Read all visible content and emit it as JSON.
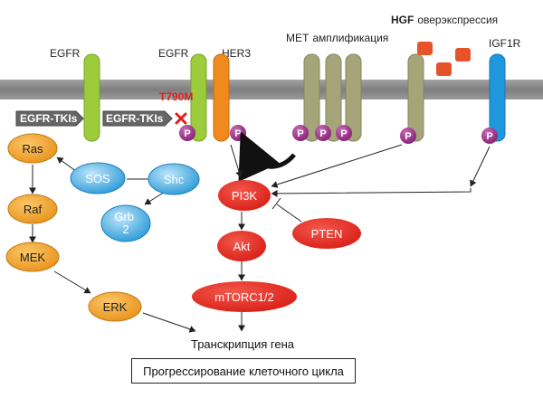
{
  "receptors": {
    "egfr_left": "EGFR",
    "egfr_mid": "EGFR",
    "her3": "HER3",
    "met": "MET",
    "met_suffix": "амплификация",
    "hgf": "HGF",
    "hgf_suffix": "оверэкспрессия",
    "igf1r": "IGF1R"
  },
  "mutation": {
    "label": "T790M",
    "color": "#e0201c"
  },
  "inhibitors": {
    "tki_left": "EGFR-TKIs",
    "tki_mid": "EGFR-TKIs"
  },
  "phospho_label": "P",
  "mapk_pathway": {
    "ras": "Ras",
    "raf": "Raf",
    "mek": "MEK",
    "erk": "ERK"
  },
  "adaptors": {
    "sos": "SOS",
    "shc": "Shc",
    "grb2": "Grb\n2"
  },
  "pi3k_pathway": {
    "pi3k": "PI3K",
    "akt": "Akt",
    "mtorc": "mTORC1/2",
    "pten": "PTEN"
  },
  "outputs": {
    "transcription": "Транскрипция гена",
    "cell_cycle": "Прогрессирование клеточного цикла"
  },
  "colors": {
    "membrane": "#8c8c8c",
    "egfr": "#9ccb3b",
    "her3": "#f08a1d",
    "met": "#a6a57a",
    "igf1r": "#1e97dc",
    "hgf": "#e6532b",
    "phospho": "#9b2a84",
    "mapk_node": "#f0a030",
    "adaptor": "#3aa8e0",
    "pi3k_node": "#e4241e"
  }
}
